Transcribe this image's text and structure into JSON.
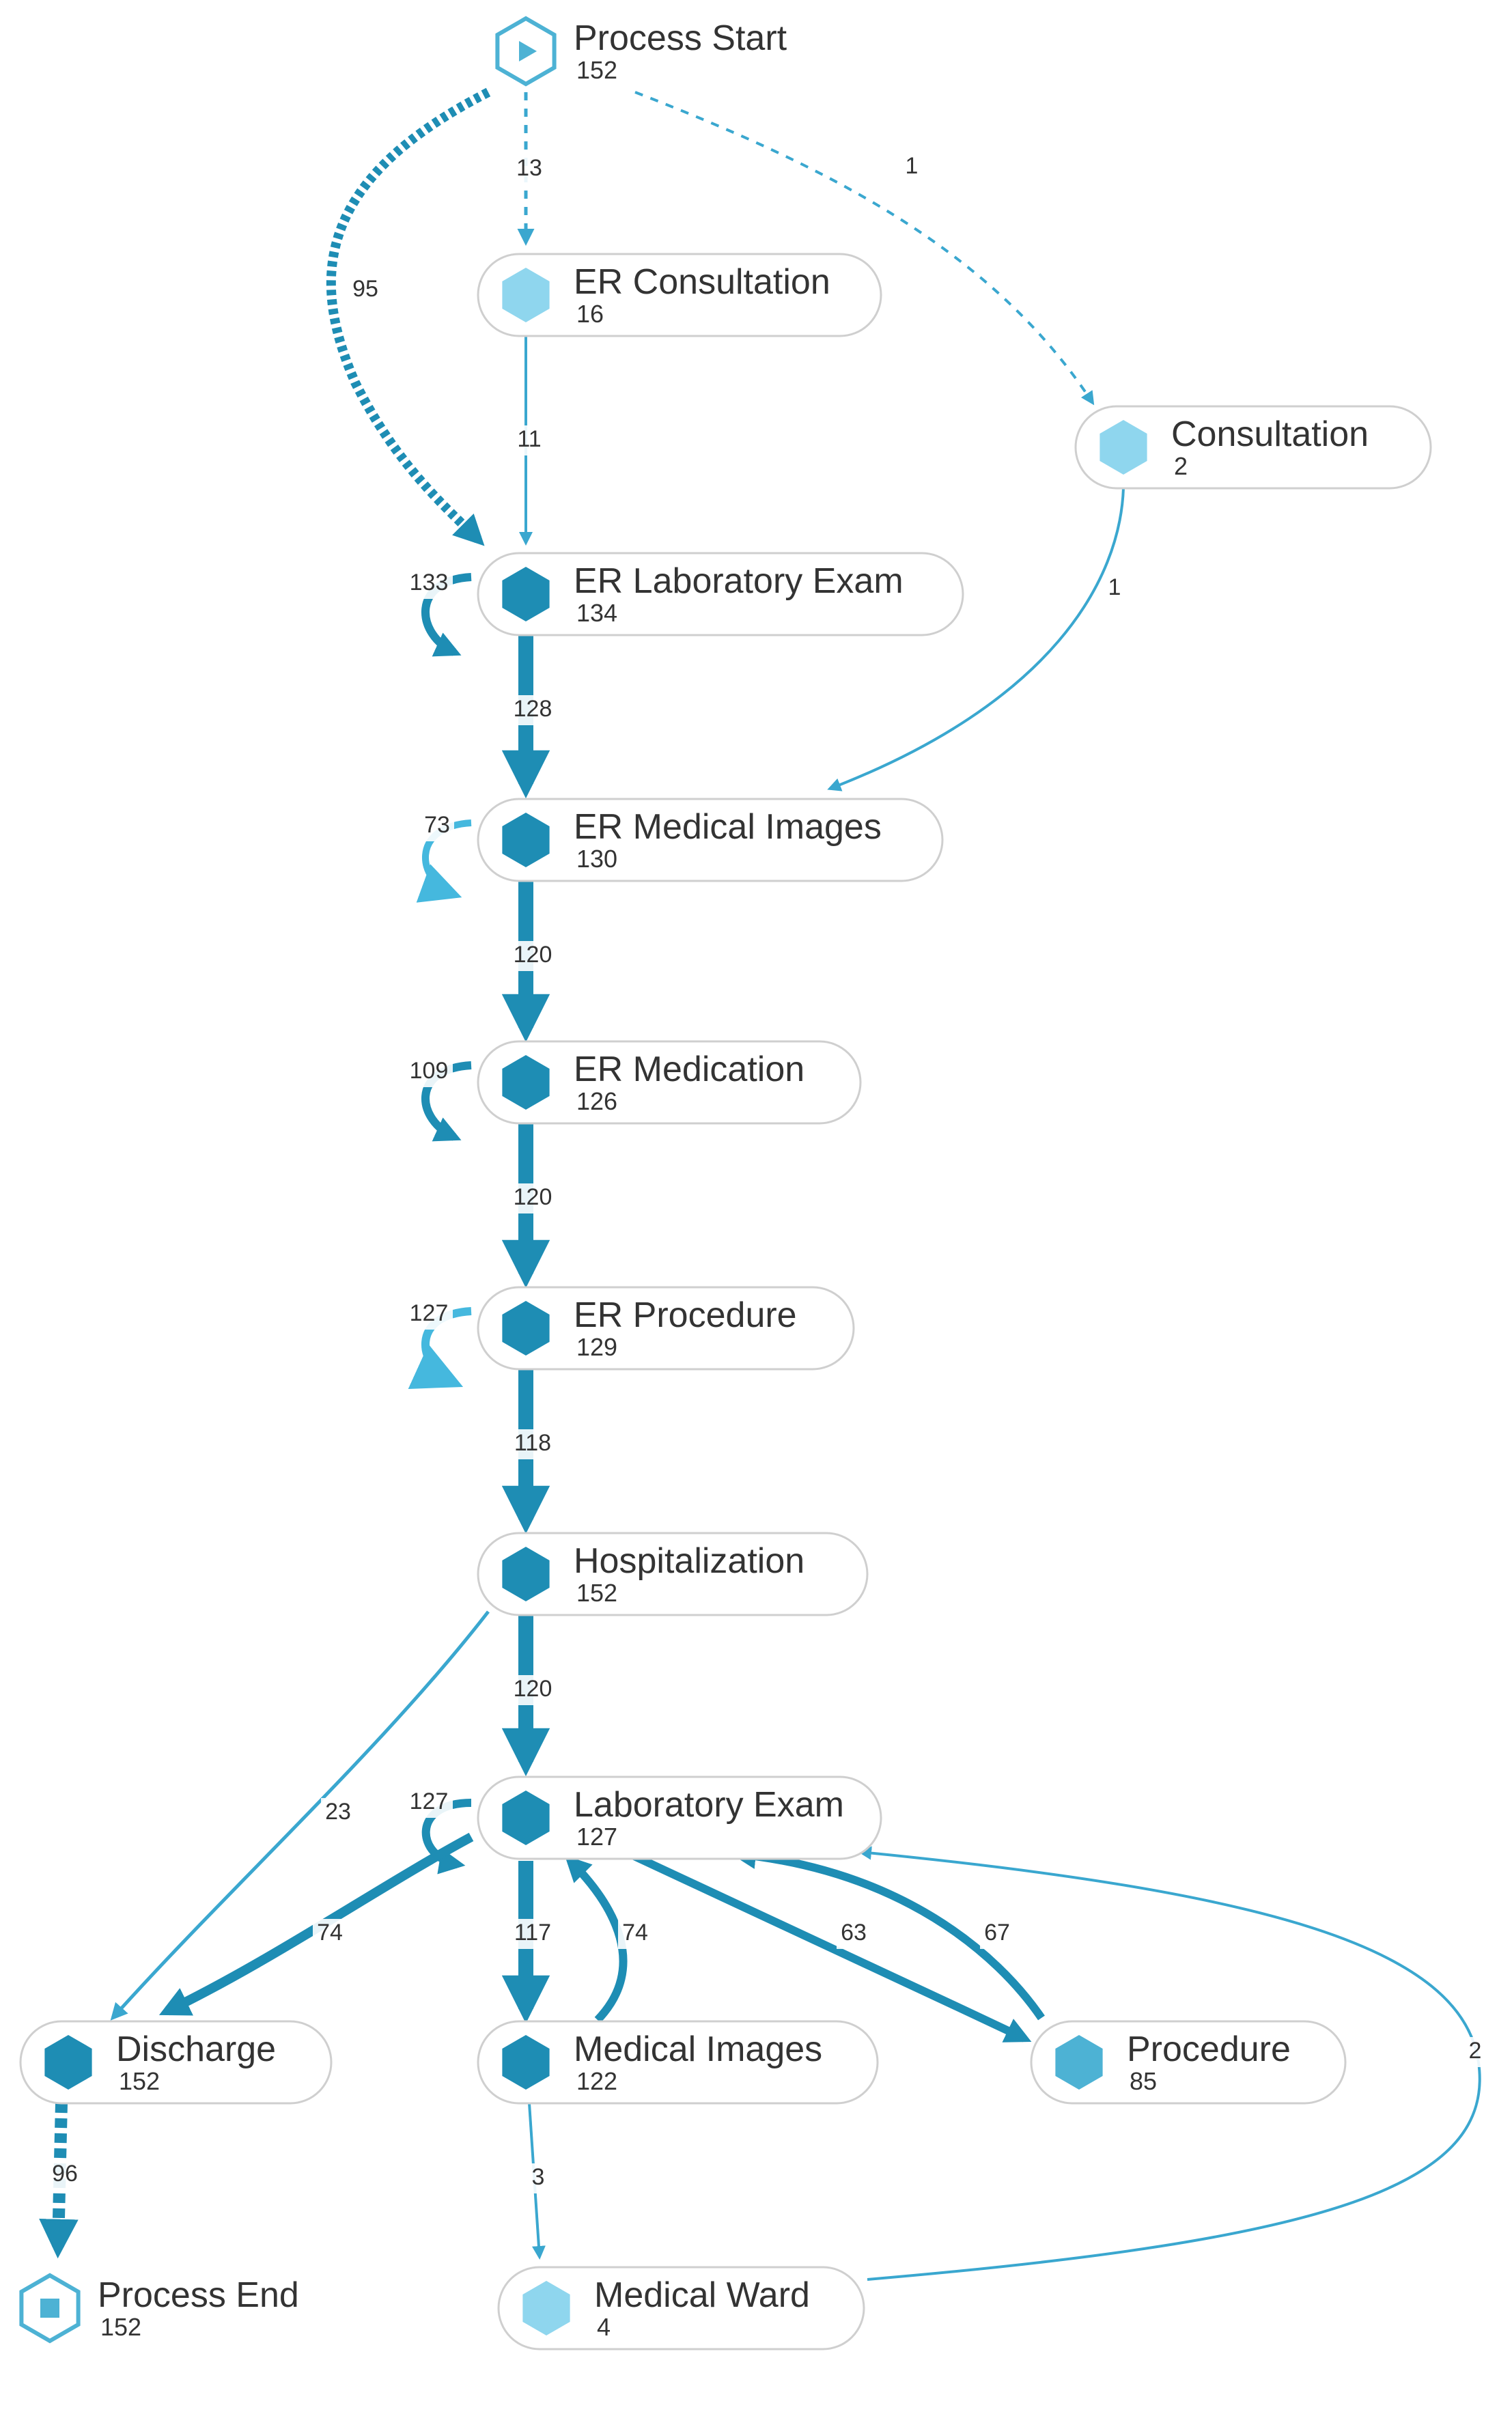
{
  "colors": {
    "dark": "#1E8DB4",
    "medium": "#4DB2D4",
    "light": "#8FD6EE",
    "edge": "#3AA7CF",
    "edge_heavy": "#1E8DB4"
  },
  "nodes": [
    {
      "id": "start",
      "name": "Process Start",
      "count": "152",
      "shape": "start-icon",
      "color": "medium"
    },
    {
      "id": "er_consult",
      "name": "ER Consultation",
      "count": "16",
      "shape": "hexagon-icon",
      "color": "light"
    },
    {
      "id": "consult",
      "name": "Consultation",
      "count": "2",
      "shape": "hexagon-icon",
      "color": "light"
    },
    {
      "id": "er_lab",
      "name": "ER Laboratory Exam",
      "count": "134",
      "shape": "hexagon-icon",
      "color": "dark"
    },
    {
      "id": "er_img",
      "name": "ER Medical Images",
      "count": "130",
      "shape": "hexagon-icon",
      "color": "dark"
    },
    {
      "id": "er_med",
      "name": "ER Medication",
      "count": "126",
      "shape": "hexagon-icon",
      "color": "dark"
    },
    {
      "id": "er_proc",
      "name": "ER Procedure",
      "count": "129",
      "shape": "hexagon-icon",
      "color": "dark"
    },
    {
      "id": "hosp",
      "name": "Hospitalization",
      "count": "152",
      "shape": "hexagon-icon",
      "color": "dark"
    },
    {
      "id": "lab",
      "name": "Laboratory Exam",
      "count": "127",
      "shape": "hexagon-icon",
      "color": "dark"
    },
    {
      "id": "discharge",
      "name": "Discharge",
      "count": "152",
      "shape": "hexagon-icon",
      "color": "dark"
    },
    {
      "id": "img",
      "name": "Medical Images",
      "count": "122",
      "shape": "hexagon-icon",
      "color": "dark"
    },
    {
      "id": "proc",
      "name": "Procedure",
      "count": "85",
      "shape": "hexagon-icon",
      "color": "medium"
    },
    {
      "id": "end",
      "name": "Process End",
      "count": "152",
      "shape": "end-icon",
      "color": "medium"
    },
    {
      "id": "ward",
      "name": "Medical Ward",
      "count": "4",
      "shape": "hexagon-icon",
      "color": "light"
    }
  ],
  "edges": [
    {
      "from": "start",
      "to": "er_consult",
      "value": "13",
      "style": "dashed"
    },
    {
      "from": "start",
      "to": "er_lab",
      "value": "95",
      "style": "dashed"
    },
    {
      "from": "start",
      "to": "consult",
      "value": "1",
      "style": "dashed"
    },
    {
      "from": "er_consult",
      "to": "er_lab",
      "value": "11",
      "style": "solid"
    },
    {
      "from": "consult",
      "to": "er_img",
      "value": "1",
      "style": "solid"
    },
    {
      "from": "er_lab",
      "to": "er_lab",
      "value": "133",
      "style": "self-loop"
    },
    {
      "from": "er_lab",
      "to": "er_img",
      "value": "128",
      "style": "solid"
    },
    {
      "from": "er_img",
      "to": "er_img",
      "value": "73",
      "style": "self-loop"
    },
    {
      "from": "er_img",
      "to": "er_med",
      "value": "120",
      "style": "solid"
    },
    {
      "from": "er_med",
      "to": "er_med",
      "value": "109",
      "style": "self-loop"
    },
    {
      "from": "er_med",
      "to": "er_proc",
      "value": "120",
      "style": "solid"
    },
    {
      "from": "er_proc",
      "to": "er_proc",
      "value": "127",
      "style": "self-loop"
    },
    {
      "from": "er_proc",
      "to": "hosp",
      "value": "118",
      "style": "solid"
    },
    {
      "from": "hosp",
      "to": "lab",
      "value": "120",
      "style": "solid"
    },
    {
      "from": "hosp",
      "to": "discharge",
      "value": "23",
      "style": "solid"
    },
    {
      "from": "lab",
      "to": "lab",
      "value": "127",
      "style": "self-loop"
    },
    {
      "from": "lab",
      "to": "discharge",
      "value": "74",
      "style": "solid"
    },
    {
      "from": "lab",
      "to": "img",
      "value": "117",
      "style": "solid"
    },
    {
      "from": "img",
      "to": "lab",
      "value": "74",
      "style": "solid"
    },
    {
      "from": "lab",
      "to": "proc",
      "value": "63",
      "style": "solid"
    },
    {
      "from": "proc",
      "to": "lab",
      "value": "67",
      "style": "solid"
    },
    {
      "from": "ward",
      "to": "lab",
      "value": "2",
      "style": "solid"
    },
    {
      "from": "img",
      "to": "ward",
      "value": "3",
      "style": "solid"
    },
    {
      "from": "discharge",
      "to": "end",
      "value": "96",
      "style": "dashed"
    }
  ]
}
